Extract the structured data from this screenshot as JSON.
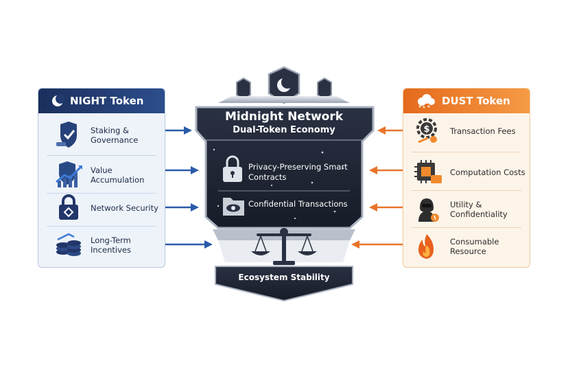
{
  "night": {
    "title": "NIGHT Token",
    "items": [
      {
        "label": "Staking & Governance",
        "icon": "shield-check-icon"
      },
      {
        "label": "Value Accumulation",
        "icon": "growth-chart-icon"
      },
      {
        "label": "Network Security",
        "icon": "padlock-icon"
      },
      {
        "label": "Long-Term Incentives",
        "icon": "coin-stack-icon"
      }
    ]
  },
  "dust": {
    "title": "DUST Token",
    "items": [
      {
        "label": "Transaction Fees",
        "icon": "dollar-gear-icon"
      },
      {
        "label": "Computation Costs",
        "icon": "cpu-chip-icon"
      },
      {
        "label": "Utility & Confidentiality",
        "icon": "hooded-figure-icon"
      },
      {
        "label": "Consumable Resource",
        "icon": "flame-icon"
      }
    ]
  },
  "center": {
    "title": "Midnight Network",
    "subtitle": "Dual-Token Economy",
    "features": [
      {
        "label": "Privacy-Preserving Smart Contracts",
        "icon": "lock-icon"
      },
      {
        "label": "Confidential Transactions",
        "icon": "folder-eye-icon"
      }
    ],
    "footer": "Ecosystem Stability"
  },
  "colors": {
    "night_blue": "#1b2f5c",
    "dust_orange": "#e56a1c",
    "shield_dark": "#1f2533",
    "arrow_blue": "#2a5aa8",
    "arrow_orange": "#e8742a"
  }
}
